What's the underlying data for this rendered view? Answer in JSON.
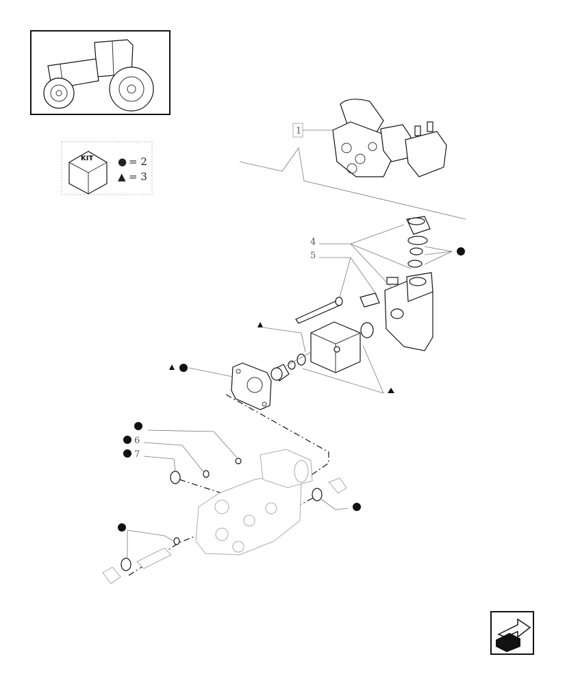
{
  "legend": {
    "kit_label": "KIT",
    "circle_symbol": "●",
    "circle_text": "= 2",
    "triangle_symbol": "▲",
    "triangle_text": "= 3"
  },
  "callouts": {
    "ref1": "1",
    "ref4": "4",
    "ref5": "5",
    "ref6": "6",
    "ref7": "7"
  },
  "icons": {
    "tractor": "tractor-thumbnail-icon",
    "nav": "next-page-arrow-icon"
  }
}
